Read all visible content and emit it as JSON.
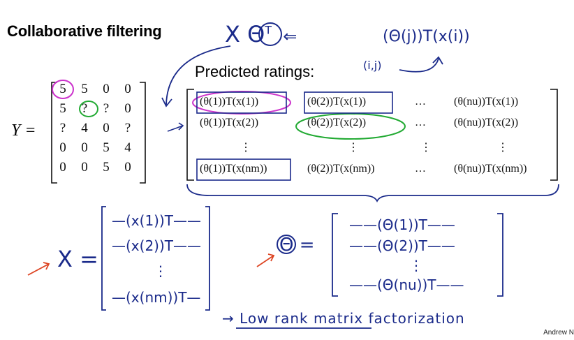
{
  "slide": {
    "title": "Collaborative filtering",
    "predicted_label": "Predicted ratings:",
    "credit": "Andrew N",
    "y_label": "Y =",
    "y_matrix": [
      [
        "5",
        "5",
        "0",
        "0"
      ],
      [
        "5",
        "?",
        "?",
        "0"
      ],
      [
        "?",
        "4",
        "0",
        "?"
      ],
      [
        "0",
        "0",
        "5",
        "4"
      ],
      [
        "0",
        "0",
        "5",
        "0"
      ]
    ],
    "pred_matrix": [
      [
        "(θ(1))T(x(1))",
        "(θ(2))T(x(1))",
        "…",
        "(θ(nu))T(x(1))"
      ],
      [
        "(θ(1))T(x(2))",
        "(θ(2))T(x(2))",
        "…",
        "(θ(nu))T(x(2))"
      ],
      [
        "⋮",
        "⋮",
        "⋮",
        "⋮"
      ],
      [
        "(θ(1))T(x(nm))",
        "(θ(2))T(x(nm))",
        "…",
        "(θ(nu))T(x(nm))"
      ]
    ],
    "annotations": {
      "x_theta_t": "X Θ",
      "x_theta_t_sup": "T",
      "arrow_left": "⇐",
      "theta_i_x_i": "(Θ(j))T(x(i))",
      "ij": "(i,j)",
      "x_eq": "X =",
      "theta_eq": "Θ =",
      "x_rows": [
        "—(x(1))T——",
        "—(x(2))T——",
        "⋮",
        "—(x(nm))T—"
      ],
      "theta_rows": [
        "——(Θ(1))T——",
        "——(Θ(2))T——",
        "⋮",
        "——(Θ(nu))T——"
      ],
      "low_rank": "→ Low rank matrix factorization"
    },
    "colors": {
      "ink_blue": "#1a2a8a",
      "circle_magenta": "#cc33cc",
      "circle_green": "#22aa33",
      "arrow_red": "#dd4422"
    }
  }
}
